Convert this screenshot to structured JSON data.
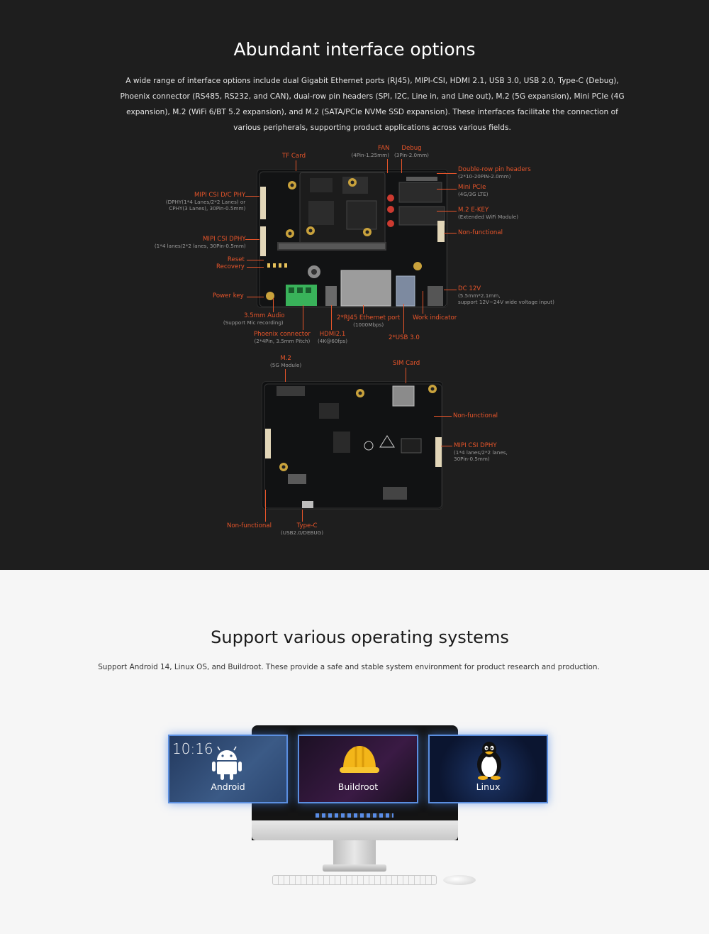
{
  "interfaces": {
    "title": "Abundant interface options",
    "description": "A wide range of interface options include dual Gigabit Ethernet ports (RJ45), MIPI-CSI, HDMI 2.1, USB 3.0, USB 2.0, Type-C (Debug), Phoenix connector (RS485, RS232, and CAN), dual-row pin headers (SPI, I2C, Line in, and Line out), M.2 (5G expansion), Mini PCIe (4G expansion), M.2 (WiFi 6/BT 5.2 expansion), and M.2 (SATA/PCIe NVMe SSD expansion). These interfaces facilitate the connection of various peripherals, supporting product applications across various fields.",
    "top_board": {
      "tf_card": "TF Card",
      "fan": "FAN",
      "fan_sub": "(4Pin-1.25mm)",
      "debug": "Debug",
      "debug_sub": "(3Pin-2.0mm)",
      "pin_headers": "Double-row pin headers",
      "pin_headers_sub": "(2*10-20PIN-2.0mm)",
      "mini_pcie": "Mini PCIe",
      "mini_pcie_sub": "(4G/3G LTE)",
      "m2_ekey": "M.2 E-KEY",
      "m2_ekey_sub": "(Extended WiFi Module)",
      "non_functional": "Non-functional",
      "dc": "DC 12V",
      "dc_sub1": "(5.5mm*2.1mm,",
      "dc_sub2": "support 12V~24V wide voltage input)",
      "work_indicator": "Work indicator",
      "usb3": "2*USB 3.0",
      "rj45": "2*RJ45 Ethernet port",
      "rj45_sub": "(1000Mbps)",
      "hdmi": "HDMI2.1",
      "hdmi_sub": "(4K@60fps)",
      "phoenix": "Phoenix connector",
      "phoenix_sub": "(2*4Pin, 3.5mm Pitch)",
      "audio": "3.5mm Audio",
      "audio_sub": "(Support Mic recording)",
      "power_key": "Power key",
      "reset": "Reset",
      "recovery": "Recovery",
      "mipi_dphy": "MIPI CSI DPHY",
      "mipi_dphy_sub": "(1*4 lanes/2*2 lanes, 30Pin-0.5mm)",
      "mipi_dc": "MIPI CSI D/C PHY",
      "mipi_dc_sub1": "(DPHY(1*4 Lanes/2*2 Lanes) or",
      "mipi_dc_sub2": "CPHY(3 Lanes), 30Pin-0.5mm)"
    },
    "bottom_board": {
      "m2": "M.2",
      "m2_sub": "(5G Module)",
      "sim": "SIM Card",
      "non_functional_right": "Non-functional",
      "mipi_dphy": "MIPI CSI DPHY",
      "mipi_dphy_sub1": "(1*4 lanes/2*2 lanes,",
      "mipi_dphy_sub2": "30Pin-0.5mm)",
      "type_c": "Type-C",
      "type_c_sub": "(USB2.0/DEBUG)",
      "non_functional_left": "Non-functional"
    }
  },
  "os": {
    "title": "Support various operating systems",
    "description": "Support Android 14, Linux OS, and Buildroot. These provide a safe and stable system environment for product research and production.",
    "screens": {
      "android_label": "Android",
      "android_clock": "10:16",
      "buildroot_label": "Buildroot",
      "linux_label": "Linux"
    }
  },
  "colors": {
    "accent": "#e8552a",
    "dark_bg": "#1e1e1e",
    "screen_glow": "#5b8fe0"
  },
  "icons": [
    "android-robot-icon",
    "hard-hat-icon",
    "tux-penguin-icon"
  ]
}
